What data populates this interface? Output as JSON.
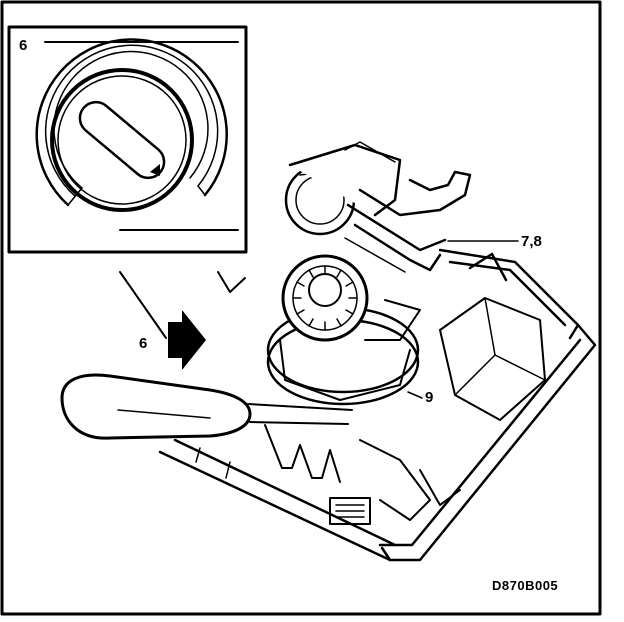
{
  "inset": {
    "label": "6"
  },
  "callouts": {
    "screwdriver": "6",
    "connector": "7,8",
    "clip": "9"
  },
  "figure_code": "D870B005"
}
